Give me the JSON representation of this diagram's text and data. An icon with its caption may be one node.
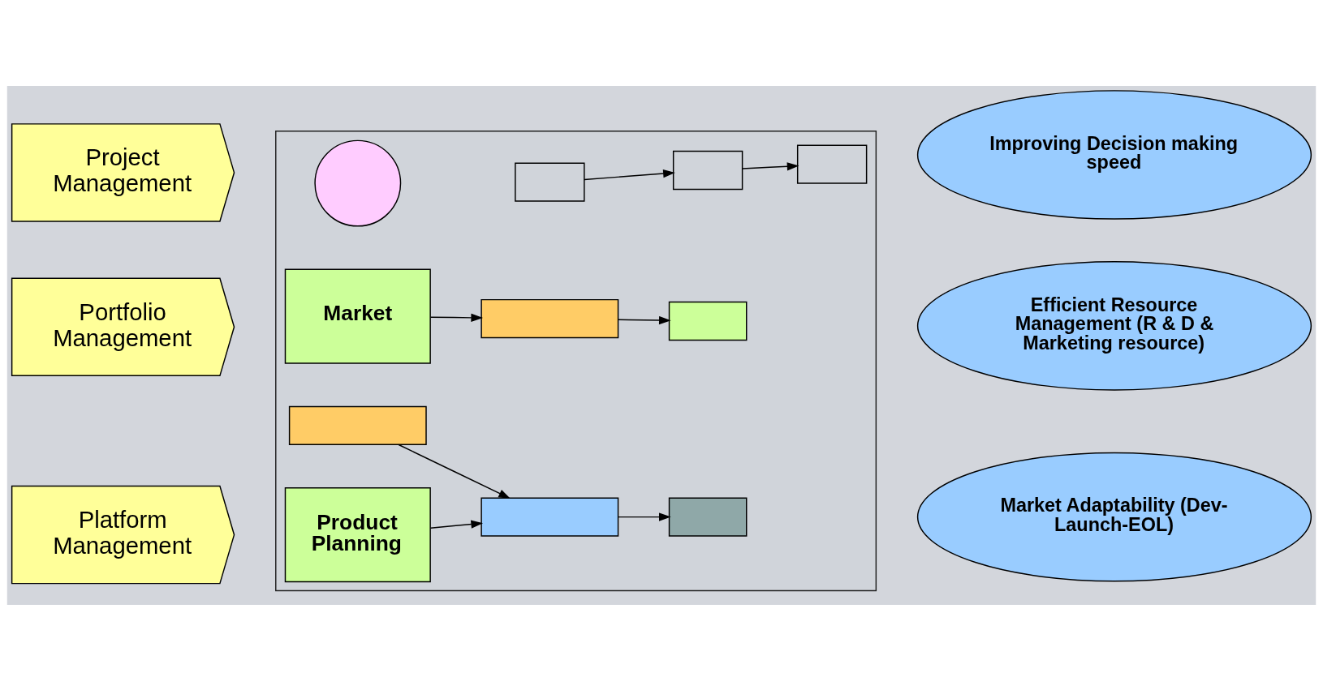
{
  "diagram": {
    "nodes": [
      {
        "text": [
          "Portfolio Management"
        ]
      },
      {
        "text": [
          "Platform Management"
        ]
      },
      {
        "text": [
          "Project Management"
        ]
      },
      {
        "text": [],
        "shape": "box"
      },
      {
        "text": [
          "Market"
        ],
        "in": 3
      },
      {
        "text": [],
        "shape": "box",
        "in": 3
      },
      {
        "text": [],
        "shape": "box",
        "in": 3
      },
      {
        "text": [
          "Product Planning"
        ],
        "in": 3
      },
      {
        "text": [],
        "shape": "box",
        "in": 3
      },
      {
        "text": [],
        "shape": "box",
        "in": 3
      },
      {
        "text": [],
        "shape": "box",
        "in": 3
      },
      {
        "text": [],
        "shape": "circle",
        "in": 3
      },
      {
        "text": [],
        "shape": "box",
        "in": 3
      },
      {
        "text": [],
        "shape": "box",
        "in": 3
      },
      {
        "text": [],
        "shape": "box",
        "in": 3
      },
      {
        "text": [
          "Efficient Resource Management (R & D & Marketing resource)"
        ]
      },
      {
        "text": [
          "Market Adaptability (Dev-Launch-EOL)"
        ]
      },
      {
        "text": [
          "Improving Decision making speed"
        ]
      }
    ],
    "edges": [
      {
        "from": 4,
        "to": 5,
        "arrow": "to"
      },
      {
        "from": 5,
        "to": 6,
        "arrow": "to"
      },
      {
        "from": 7,
        "to": 8,
        "arrow": "to"
      },
      {
        "from": 9,
        "to": 8,
        "arrow": "to"
      },
      {
        "from": 8,
        "to": 10,
        "arrow": "to"
      },
      {
        "from": 12,
        "to": 13,
        "arrow": "to"
      },
      {
        "from": 13,
        "to": 14,
        "arrow": "to"
      }
    ]
  }
}
